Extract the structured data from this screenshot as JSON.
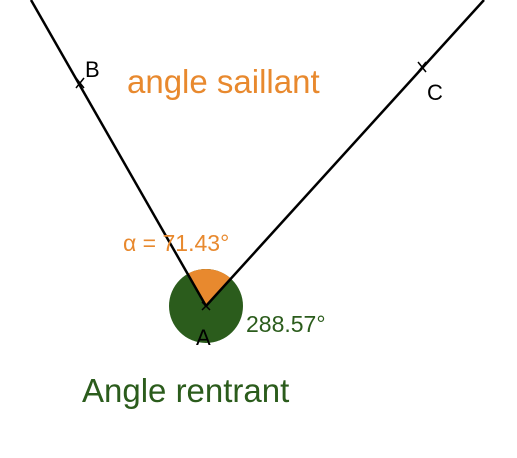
{
  "points": {
    "A": "A",
    "B": "B",
    "C": "C"
  },
  "labels": {
    "salient_title": "angle saillant",
    "reentrant_title": "Angle rentrant",
    "salient_value": "α = 71.43°",
    "reentrant_value": "288.57°"
  },
  "angles": {
    "salient_deg": 71.43,
    "reentrant_deg": 288.57
  },
  "colors": {
    "salient": "#e8892e",
    "reentrant": "#2b5c1c",
    "lines": "#000000"
  }
}
